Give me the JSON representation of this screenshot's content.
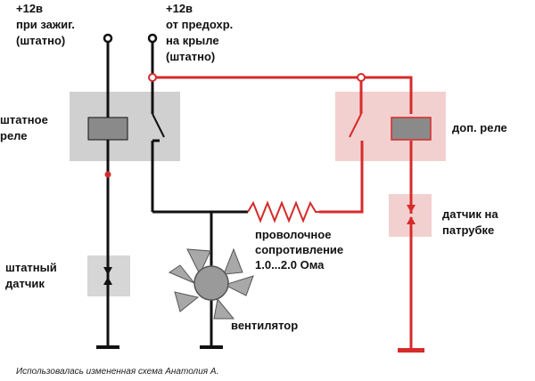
{
  "colors": {
    "black_wire": "#111111",
    "red_wire": "#d62b2b",
    "relay_box_stock": "#d0d0d0",
    "relay_box_aux": "#f3d0d0",
    "sensor_box": "#d6d6d6",
    "sensor_box_aux": "#f3d0d0",
    "coil": "#8a8a8a",
    "fan_blade": "#a8a8a8"
  },
  "icons": [
    "fan-icon",
    "resistor-icon",
    "ground-icon",
    "relay-contact-icon"
  ],
  "labels": {
    "ignition": [
      "+12в",
      "при зажиг.",
      "(штатно)"
    ],
    "fuse": [
      "+12в",
      "от предохр.",
      "на крыле",
      "(штатно)"
    ],
    "stock_relay": [
      "штатное",
      "реле"
    ],
    "aux_relay": "доп. реле",
    "stock_sensor": [
      "штатный",
      "датчик"
    ],
    "pipe_sensor": [
      "датчик на",
      "патрубке"
    ],
    "resistor": [
      "проволочное",
      "сопротивление",
      "1.0...2.0 Ома"
    ],
    "fan": "вентилятор"
  },
  "credit": "Использовалась измененная схема  Анатолия А."
}
